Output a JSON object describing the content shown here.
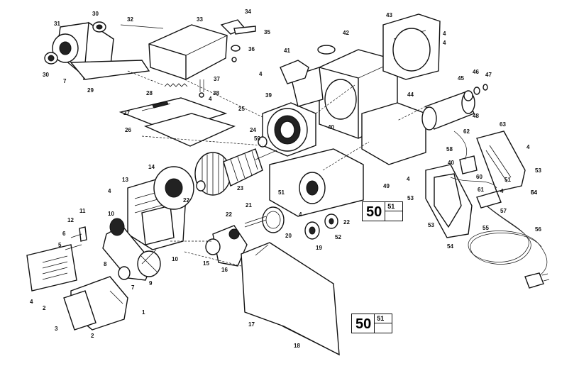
{
  "diagram": {
    "callouts": [
      "1",
      "2",
      "3",
      "4",
      "5",
      "6",
      "7",
      "8",
      "9",
      "10",
      "11",
      "12",
      "13",
      "14",
      "15",
      "16",
      "17",
      "18",
      "19",
      "20",
      "21",
      "22",
      "23",
      "24",
      "25",
      "26",
      "27",
      "28",
      "29",
      "30",
      "31",
      "32",
      "33",
      "34",
      "35",
      "36",
      "37",
      "38",
      "39",
      "40",
      "41",
      "42",
      "43",
      "44",
      "45",
      "46",
      "47",
      "48",
      "49",
      "50",
      "51",
      "52",
      "53",
      "54",
      "55",
      "56",
      "57",
      "58",
      "59",
      "60",
      "61",
      "62",
      "63",
      "64"
    ]
  },
  "ref_boxes": [
    {
      "main": "50",
      "sub": "51"
    },
    {
      "main": "50",
      "sub": "51"
    }
  ]
}
